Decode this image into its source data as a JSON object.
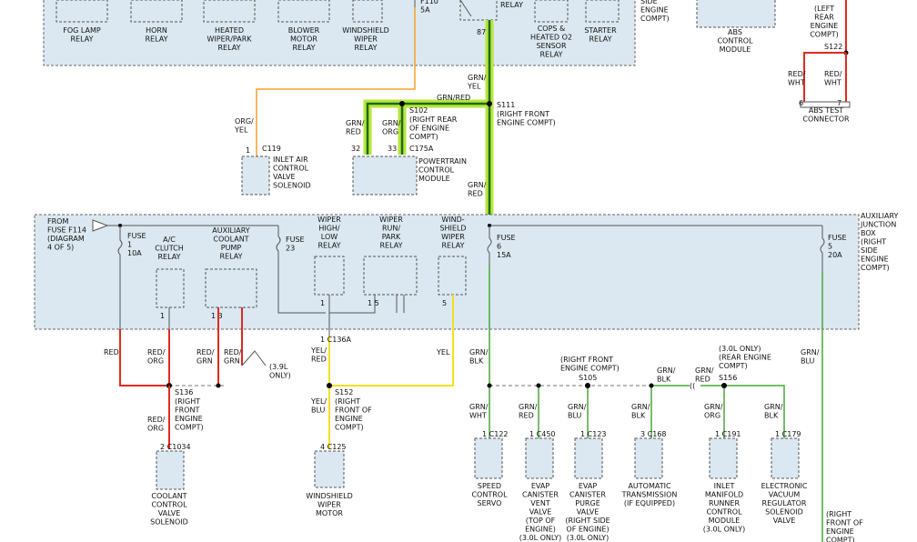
{
  "top_relays": [
    {
      "name": "FOG LAMP\nRELAY"
    },
    {
      "name": "HORN\nRELAY"
    },
    {
      "name": "HEATED\nWIPER/PARK\nRELAY"
    },
    {
      "name": "BLOWER\nMOTOR\nRELAY"
    },
    {
      "name": "WINDSHIELD\nWIPER\nRELAY"
    },
    {
      "name": "COPS &\nHEATED O2\nSENSOR\nRELAY"
    },
    {
      "name": "STARTER\nRELAY"
    }
  ],
  "top_labels": {
    "fuse_top": "F110\n5A",
    "relay_top": "RELAY",
    "side_engine": "SIDE\nENGINE\nCOMPT)",
    "abs_module": "ABS\nCONTROL\nMODULE",
    "left_rear": "(LEFT\nREAR\nENGINE\nCOMPT)",
    "pin87": "87"
  },
  "splices": {
    "s122": "S122",
    "s111": "S111",
    "s111_loc": "(RIGHT FRONT\nENGINE COMPT)",
    "s102": "S102",
    "s102_loc": "(RIGHT REAR\nOF ENGINE\nCOMPT)",
    "s136": "S136",
    "s136_loc": "(RIGHT\nFRONT\nENGINE\nCOMPT)",
    "s152": "S152",
    "s152_loc": "(RIGHT\nFRONT OF\nENGINE\nCOMPT)",
    "s105": "S105",
    "s105_loc": "(RIGHT FRONT\nENGINE COMPT)",
    "s156": "S156",
    "s156_loc": "(3.0L ONLY)\n(REAR ENGINE\nCOMPT)"
  },
  "wire_labels": {
    "org_yel": "ORG/\nYEL",
    "grn_yel": "GRN/\nYEL",
    "grn_red_h": "GRN/RED",
    "grn_red_l": "GRN/\nRED",
    "grn_org": "GRN/\nORG",
    "grn_red_v": "GRN/\nRED",
    "red_wht": "RED/\nWHT",
    "red_wht2": "RED/\nWHT",
    "red": "RED",
    "red_org": "RED/\nORG",
    "red_grn1": "RED/\nGRN",
    "red_grn2": "RED/\nGRN",
    "red_org2": "RED/\nORG",
    "yel_red": "YEL/\nRED",
    "yel": "YEL",
    "yel_blu": "YEL/\nBLU",
    "grn_blk": "GRN/\nBLK",
    "grn_blu": "GRN/\nBLU",
    "grn_wht": "GRN/\nWHT",
    "grn_red_a": "GRN/\nRED",
    "grn_blu2": "GRN/\nBLU",
    "grn_blk2": "GRN/\nBLK",
    "grn_blk3": "GRN/\nBLK",
    "grn_red_b": "GRN/\nRED",
    "grn_org2": "GRN/\nORG",
    "grn_blk4": "GRN/\nBLK",
    "only39": "(3.9L\nONLY)"
  },
  "connectors": {
    "c119": "C119",
    "c175a": "C175A",
    "c136a": "C136A",
    "c1034": "C1034",
    "c125": "C125",
    "c122": "C122",
    "c450": "C450",
    "c123": "C123",
    "c168": "C168",
    "c191": "C191",
    "c179": "C179",
    "abs_conn": "ABS TEST\nCONNECTOR"
  },
  "pins": {
    "p1": "1",
    "p32": "32",
    "p33": "33",
    "p6": "6",
    "p7": "7"
  },
  "modules": {
    "iac": "INLET AIR\nCONTROL\nVALVE\nSOLENOID",
    "pcm": "POWERTRAIN\nCONTROL\nMODULE"
  },
  "ajb": {
    "title": "AUXILIARY\nJUNCTION\nBOX\n(RIGHT\nSIDE\nENGINE\nCOMPT)",
    "from_fuse": "FROM\nFUSE F114\n(DIAGRAM\n4 OF 5)",
    "fuse1": "FUSE\n1\n10A",
    "fuse23": "FUSE\n23",
    "fuse6": "FUSE\n6\n15A",
    "fuse5": "FUSE\n5\n20A",
    "ac_clutch": "A/C\nCLUTCH\nRELAY",
    "aux_pump": "AUXILIARY\nCOOLANT\nPUMP\nRELAY",
    "wiper_hl": "WIPER\nHIGH/\nLOW\nRELAY",
    "wiper_rp": "WIPER\nRUN/\nPARK\nRELAY",
    "ws_wiper": "WIND-\nSHIELD\nWIPER\nRELAY"
  },
  "bottom_components": [
    {
      "name": "COOLANT\nCONTROL\nVALVE\nSOLENOID"
    },
    {
      "name": "WINDSHIELD\nWIPER\nMOTOR"
    },
    {
      "name": "SPEED\nCONTROL\nSERVO"
    },
    {
      "name": "EVAP\nCANISTER\nVENT\nVALVE\n\n(TOP OF\nENGINE)\n(3.0L ONLY)"
    },
    {
      "name": "EVAP\nCANISTER\nPURGE\nVALVE\n\n(RIGHT SIDE\nOF ENGINE)\n(3.0L ONLY)"
    },
    {
      "name": "AUTOMATIC\nTRANSMISSION\n(IF EQUIPPED)"
    },
    {
      "name": "INLET\nMANIFOLD\nRUNNER\nCONTROL\nMODULE\n(3.0L ONLY)"
    },
    {
      "name": "ELECTRONIC\nVACUUM\nREGULATOR\nSOLENOID\nVALVE"
    }
  ],
  "right_front": "(RIGHT\nFRONT OF\nENGINE\nCOMPT)"
}
